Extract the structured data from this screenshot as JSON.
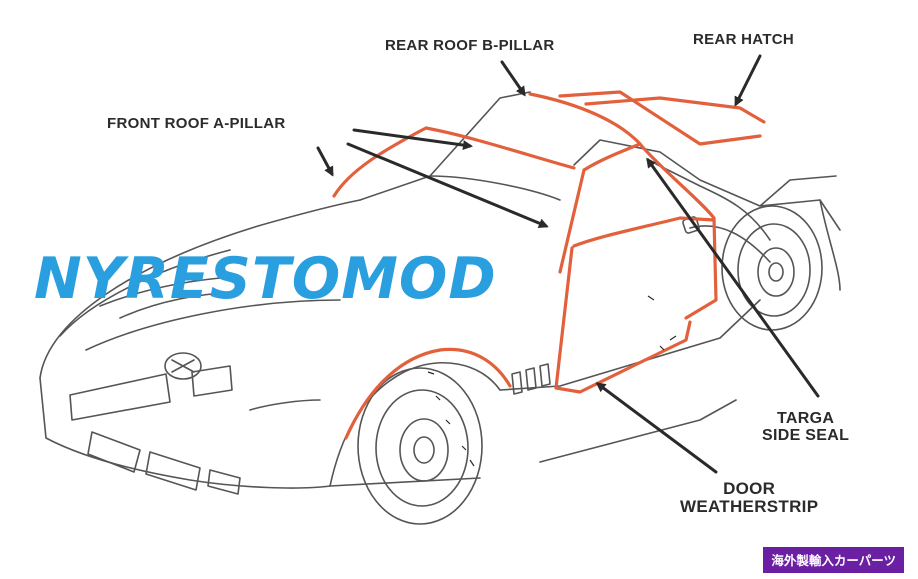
{
  "callouts": {
    "rear_roof_b_pillar": "REAR ROOF B-PILLAR",
    "rear_hatch": "REAR HATCH",
    "front_roof_a_pillar": "FRONT ROOF A-PILLAR",
    "targa_side_seal_line1": "TARGA",
    "targa_side_seal_line2": "SIDE SEAL",
    "door_weatherstrip_line1": "DOOR",
    "door_weatherstrip_line2": "WEATHERSTRIP"
  },
  "watermark": "NYRESTOMOD",
  "badge": "海外製輸入カーパーツ",
  "colors": {
    "seal": "#e2603c",
    "outline": "#555555",
    "arrow": "#2a2a2a",
    "watermark": "#2a9fdf",
    "badge_bg": "#6b1fa3",
    "label": "#2b2b2b"
  }
}
